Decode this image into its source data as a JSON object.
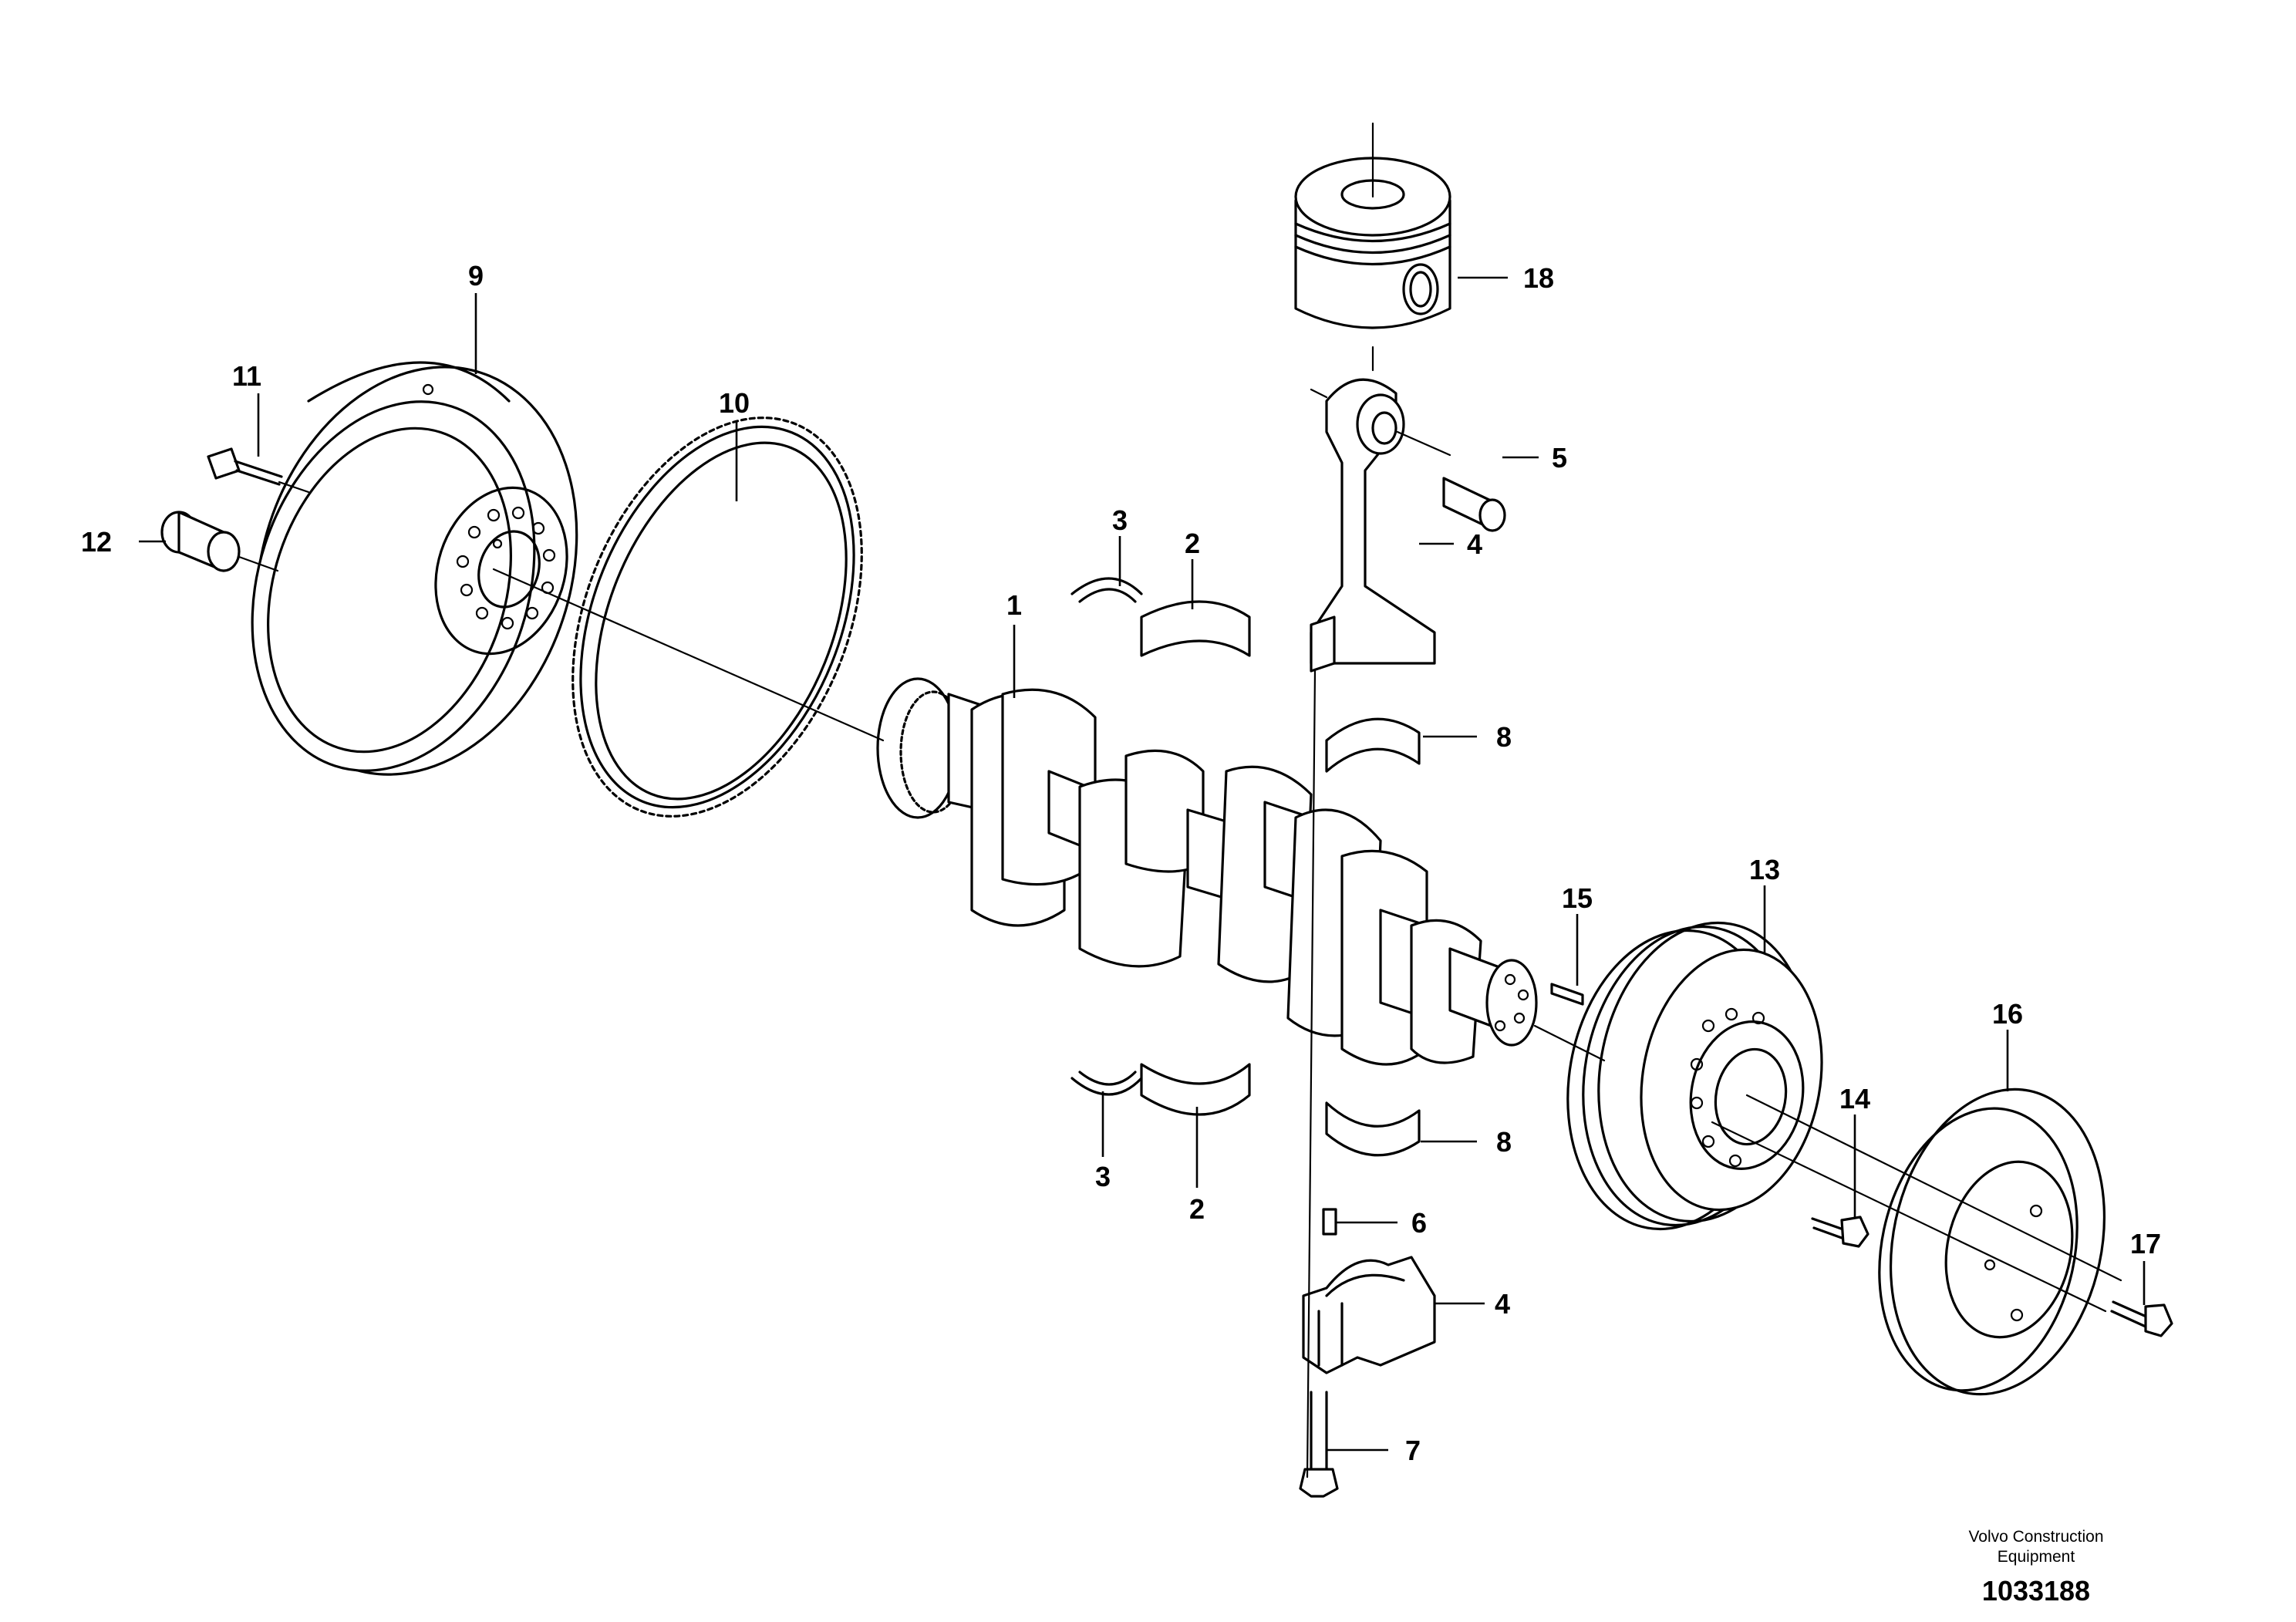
{
  "callouts": {
    "c1": "1",
    "c2a": "2",
    "c2b": "2",
    "c3a": "3",
    "c3b": "3",
    "c4a": "4",
    "c4b": "4",
    "c5": "5",
    "c6": "6",
    "c7": "7",
    "c8a": "8",
    "c8b": "8",
    "c9": "9",
    "c10": "10",
    "c11": "11",
    "c12": "12",
    "c13": "13",
    "c14": "14",
    "c15": "15",
    "c16": "16",
    "c17": "17",
    "c18": "18"
  },
  "caption": {
    "line1": "Volvo Construction",
    "line2": "Equipment",
    "number": "1033188"
  }
}
